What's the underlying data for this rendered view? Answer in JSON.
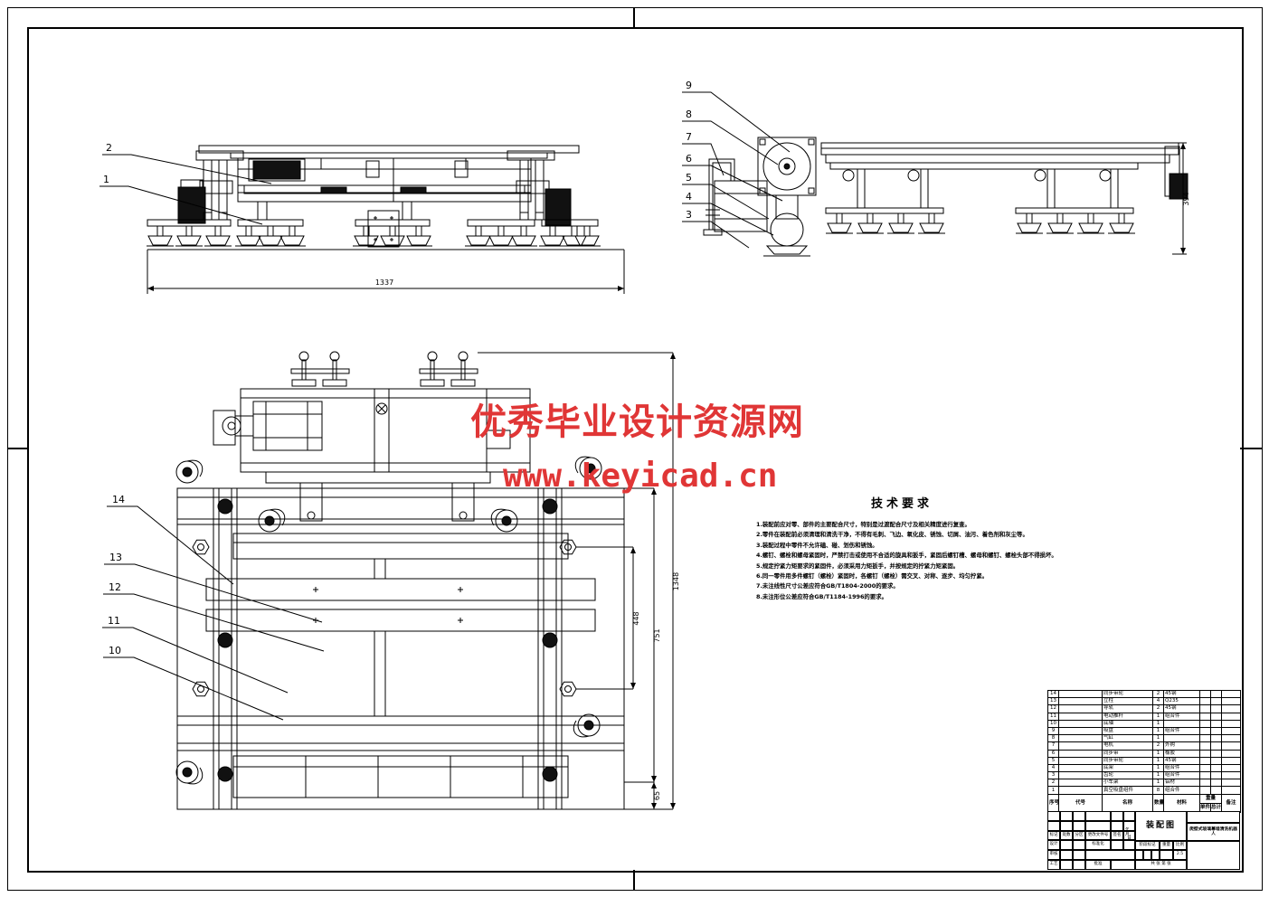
{
  "watermark": {
    "line1": "优秀毕业设计资源网",
    "line2": "www.keyicad.cn",
    "color": "#e03636"
  },
  "tech": {
    "title": "技术要求",
    "items": [
      "1.装配前应对零、部件的主要配合尺寸，特别是过渡配合尺寸及相关精度进行复查。",
      "2.零件在装配前必须清理和清洗干净，不得有毛刺、飞边、氧化皮、锈蚀、切屑、油污、着色剂和灰尘等。",
      "3.装配过程中零件不允许磕、碰、划伤和锈蚀。",
      "4.螺钉、螺栓和螺母紧固时，严禁打击或使用不合适的旋具和扳手，紧固后螺钉槽、螺母和螺钉、螺栓头部不得损坏。",
      "5.规定拧紧力矩要求的紧固件，必须采用力矩扳手，并按规定的拧紧力矩紧固。",
      "6.同一零件用多件螺钉（螺栓）紧固时，各螺钉（螺栓）需交叉、对称、逐步、均匀拧紧。",
      "7.未注线性尺寸公差应符合GB/T1804-2000的要求。",
      "8.未注形位公差应符合GB/T1184-1996的要求。"
    ]
  },
  "callouts": [
    "1",
    "2",
    "3",
    "4",
    "5",
    "6",
    "7",
    "8",
    "9",
    "10",
    "11",
    "12",
    "13",
    "14"
  ],
  "dims": {
    "front_width": "1337",
    "side_height": "394",
    "plan_inner": "448",
    "plan_mid": "751",
    "plan_outer": "1348",
    "plan_small": "65"
  },
  "parts": {
    "header": {
      "no": "序号",
      "code": "代号",
      "name": "名称",
      "qty": "数量",
      "material": "材料",
      "weight": "重量",
      "single": "单件",
      "total": "总计",
      "note": "备注"
    },
    "rows": [
      {
        "no": "14",
        "code": "",
        "name": "同步带轮",
        "qty": "2",
        "material": "45钢",
        "single": "",
        "total": "",
        "note": ""
      },
      {
        "no": "13",
        "code": "",
        "name": "立柱",
        "qty": "4",
        "material": "Q235",
        "single": "",
        "total": "",
        "note": ""
      },
      {
        "no": "12",
        "code": "",
        "name": "导轨",
        "qty": "2",
        "material": "45钢",
        "single": "",
        "total": "",
        "note": ""
      },
      {
        "no": "11",
        "code": "",
        "name": "电动推杆",
        "qty": "1",
        "material": "组合件",
        "single": "",
        "total": "",
        "note": ""
      },
      {
        "no": "10",
        "code": "",
        "name": "底轴",
        "qty": "1",
        "material": "",
        "single": "",
        "total": "",
        "note": ""
      },
      {
        "no": "9",
        "code": "",
        "name": "吸盘",
        "qty": "1",
        "material": "组合件",
        "single": "",
        "total": "",
        "note": ""
      },
      {
        "no": "8",
        "code": "",
        "name": "气缸",
        "qty": "1",
        "material": "",
        "single": "",
        "total": "",
        "note": ""
      },
      {
        "no": "7",
        "code": "",
        "name": "电机",
        "qty": "2",
        "material": "外购",
        "single": "",
        "total": "",
        "note": ""
      },
      {
        "no": "6",
        "code": "",
        "name": "同步带",
        "qty": "1",
        "material": "橡胶",
        "single": "",
        "total": "",
        "note": ""
      },
      {
        "no": "5",
        "code": "",
        "name": "同步带轮",
        "qty": "1",
        "material": "45钢",
        "single": "",
        "total": "",
        "note": ""
      },
      {
        "no": "4",
        "code": "",
        "name": "底架",
        "qty": "1",
        "material": "组合件",
        "single": "",
        "total": "",
        "note": ""
      },
      {
        "no": "3",
        "code": "",
        "name": "齿轮",
        "qty": "1",
        "material": "组合件",
        "single": "",
        "total": "",
        "note": ""
      },
      {
        "no": "2",
        "code": "",
        "name": "小车架",
        "qty": "1",
        "material": "铝材",
        "single": "",
        "total": "",
        "note": ""
      },
      {
        "no": "1",
        "code": "",
        "name": "真空吸盘组件",
        "qty": "8",
        "material": "组合件",
        "single": "",
        "total": "",
        "note": ""
      }
    ]
  },
  "title_block": {
    "stamp": "装配图",
    "drawing_name": "爬壁式玻璃幕墙清洗机器人",
    "biaoji": "标记",
    "chushu": "处数",
    "fenqu": "分区",
    "genggai": "更改文件号",
    "qianming": "签名",
    "riqi": "年、月、日",
    "sheji": "设计",
    "biaozhunhua": "标准化",
    "shenhe": "审核",
    "gongyi": "工艺",
    "pizhun": "批准",
    "jieduan": "阶段标记",
    "zhongliang": "重量",
    "bili": "比例",
    "scale_value": "2.5",
    "sheet_text": "共 张  第 张"
  }
}
